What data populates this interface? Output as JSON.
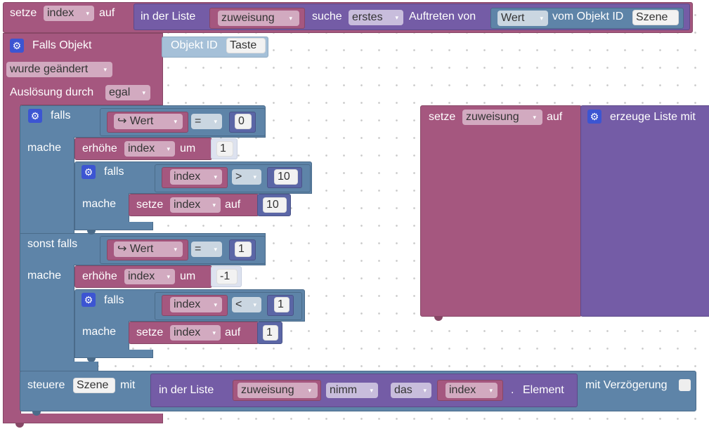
{
  "labels": {
    "setze": "setze",
    "auf": "auf",
    "in_der_liste": "in der Liste",
    "suche": "suche",
    "auftreten_von": "Auftreten von",
    "vom_objekt_id": "vom Objekt ID",
    "falls_objekt": "Falls Objekt",
    "objekt_id": "Objekt ID",
    "ausloesung_durch": "Auslösung durch",
    "falls": "falls",
    "mache": "mache",
    "sonst_falls": "sonst falls",
    "erhoehe": "erhöhe",
    "um": "um",
    "erzeuge_liste_mit": "erzeuge Liste mit",
    "steuere": "steuere",
    "mit": "mit",
    "nimm": "nimm",
    "das": "das",
    "dot": ".",
    "element": "Element",
    "mit_verzoegerung": "mit Verzögerung"
  },
  "dropdowns": {
    "index": "index",
    "zuweisung": "zuweisung",
    "erstes": "erstes",
    "wert": "Wert",
    "wurde_geaendert": "wurde geändert",
    "egal": "egal",
    "wert_arrow": "↪ Wert",
    "op_eq": "=",
    "op_gt": ">",
    "op_lt": "<",
    "nimm": "nimm",
    "das": "das"
  },
  "fields": {
    "szene": "Szene",
    "taste": "Taste",
    "zero": "0",
    "one": "1",
    "ten": "10",
    "minus_one": "-1"
  },
  "icons": {
    "caret": "▾",
    "gear": "⚙"
  },
  "colors": {
    "variable": "#a5577f",
    "logic": "#5e84a8",
    "list": "#745ca6",
    "value": "#5b66a6",
    "object_id": "#a5c0d8",
    "mutator": "#3c55d2"
  }
}
